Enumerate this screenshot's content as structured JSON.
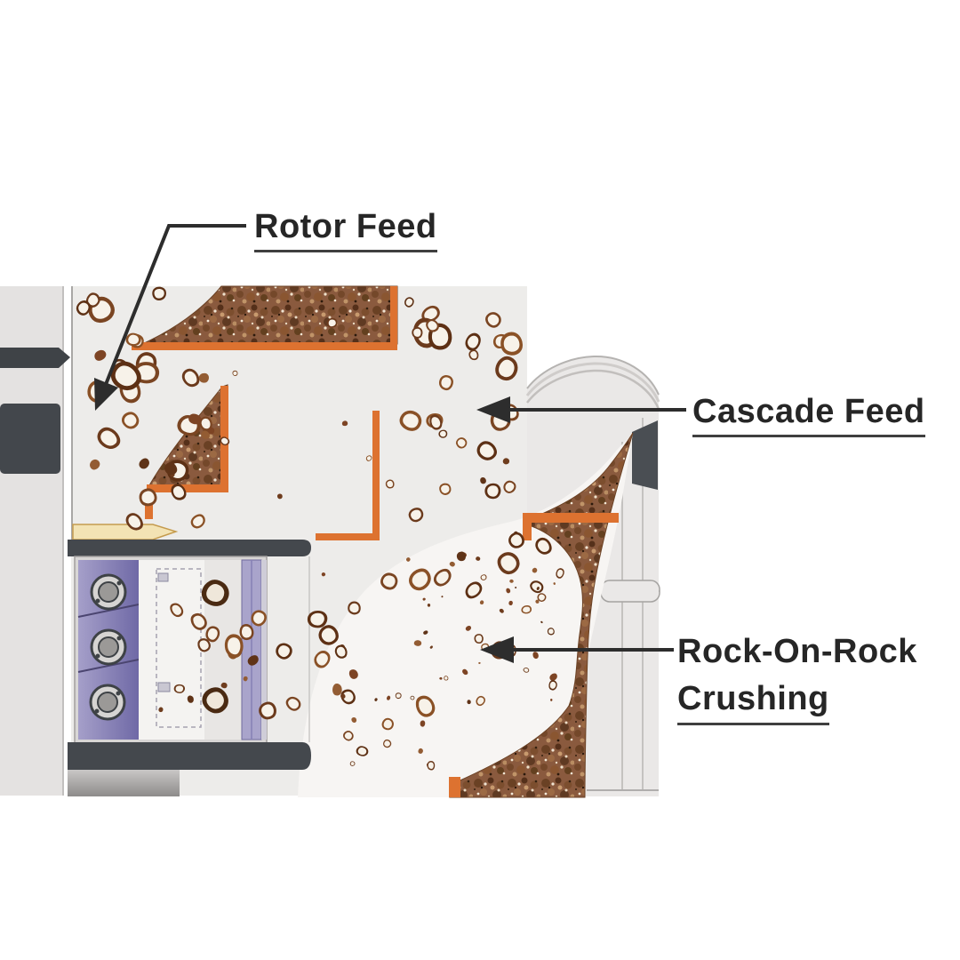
{
  "diagram": {
    "labels": {
      "rotor_feed": "Rotor Feed",
      "cascade_feed": "Cascade Feed",
      "rock_on_rock_line1": "Rock-On-Rock",
      "rock_on_rock_line2": "Crushing"
    },
    "colors": {
      "annotation": "#2d2d2d",
      "accent_orange": "#dd7230",
      "aggregate_brown": "#8a5a3e",
      "machine_gray": "#edecea",
      "dark_gray": "#43474c",
      "rotor_purple": "#8e89b8"
    }
  }
}
